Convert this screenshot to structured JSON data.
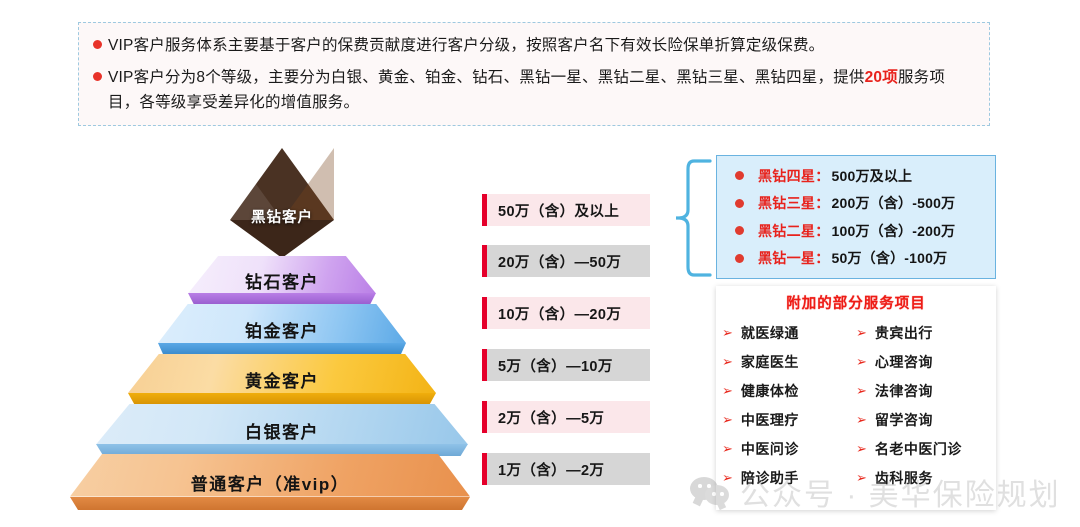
{
  "note": {
    "bullets": [
      {
        "segments": [
          {
            "text": "VIP客户服务体系主要基于客户的保费贡献度进行客户分级，按照客户名下有效长险保单折算定级保费。",
            "highlight": false
          }
        ]
      },
      {
        "segments": [
          {
            "text": "VIP客户分为8个等级，主要分为白银、黄金、铂金、钻石、黑钻一星、黑钻二星、黑钻三星、黑钻四星，提供",
            "highlight": false
          },
          {
            "text": "20项",
            "highlight": true
          },
          {
            "text": "服务项目，各等级享受差异化的增值服务。",
            "highlight": false
          }
        ]
      }
    ],
    "bullet_color": "#e8332a",
    "highlight_color": "#e8221c",
    "border_color": "#9ec9e0"
  },
  "pyramid": {
    "levels": [
      {
        "label": "黑钻客户",
        "shape": "diamond",
        "color": "#4a3223"
      },
      {
        "label": "钻石客户",
        "shape": "trapezoid",
        "color": "#c38ee8"
      },
      {
        "label": "铂金客户",
        "shape": "trapezoid",
        "color": "#74b9ef"
      },
      {
        "label": "黄金客户",
        "shape": "trapezoid",
        "color": "#f5b921"
      },
      {
        "label": "白银客户",
        "shape": "trapezoid",
        "color": "#a7d0ef"
      },
      {
        "label": "普通客户（准vip）",
        "shape": "trapezoid",
        "color": "#f0a463"
      }
    ]
  },
  "amounts": {
    "bar_color": "#e5002b",
    "items": [
      {
        "text": "50万（含）及以上",
        "style": "pink"
      },
      {
        "text": "20万（含）—50万",
        "style": "gray"
      },
      {
        "text": "10万（含）—20万",
        "style": "pink"
      },
      {
        "text": "5万（含）—10万",
        "style": "gray"
      },
      {
        "text": "2万（含）—5万",
        "style": "pink"
      },
      {
        "text": "1万（含）—2万",
        "style": "gray"
      }
    ]
  },
  "black_diamond": {
    "background": "#d9eefb",
    "border": "#6ab3e0",
    "name_color": "#e8221c",
    "rows": [
      {
        "name": "黑钻四星：",
        "value": "500万及以上"
      },
      {
        "name": "黑钻三星：",
        "value": "200万（含）-500万"
      },
      {
        "name": "黑钻二星：",
        "value": "100万（含）-200万"
      },
      {
        "name": "黑钻一星：",
        "value": " 50万（含）-100万"
      }
    ]
  },
  "services": {
    "title": "附加的部分服务项目",
    "title_color": "#ee1c16",
    "arrow": "➢",
    "items": [
      "就医绿通",
      "贵宾出行",
      "家庭医生",
      "心理咨询",
      "健康体检",
      "法律咨询",
      "中医理疗",
      "留学咨询",
      "中医问诊",
      "名老中医门诊",
      "陪诊助手",
      "齿科服务"
    ]
  },
  "watermark": {
    "text": "公众号 · 美华保险规划",
    "icon": "wechat-icon",
    "color": "#9a9a9a"
  }
}
